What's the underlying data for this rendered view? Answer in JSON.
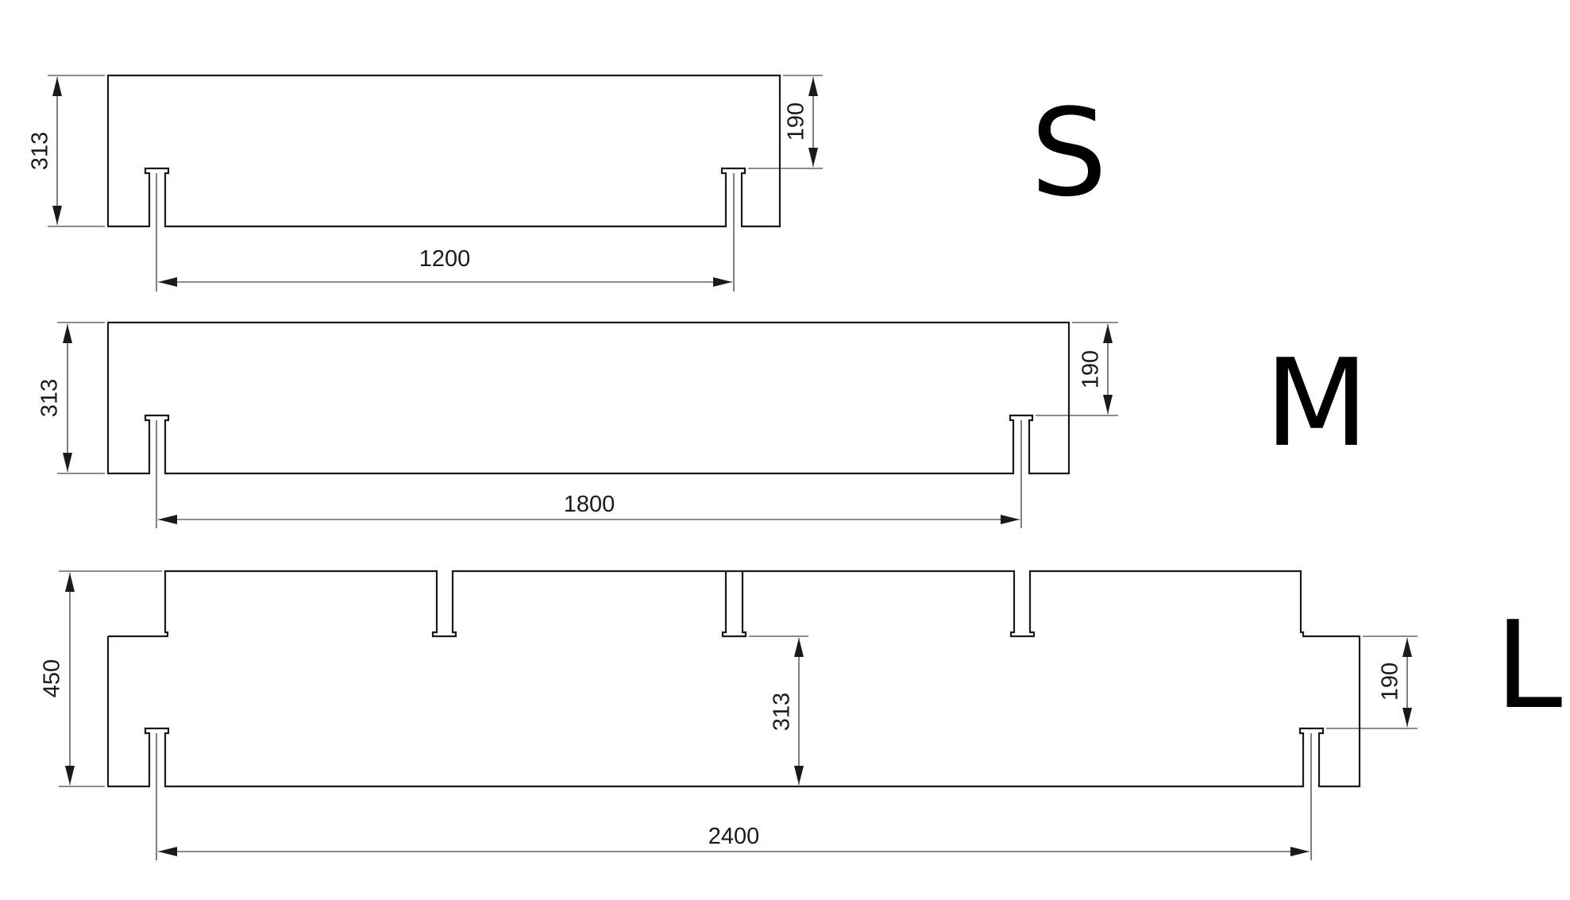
{
  "colors": {
    "line": "#1a1a1a",
    "background": "#ffffff"
  },
  "panels": [
    {
      "size_label": "S",
      "height": "313",
      "slot_depth": "190",
      "slot_spacing": "1200"
    },
    {
      "size_label": "M",
      "height": "313",
      "slot_depth": "190",
      "slot_spacing": "1800"
    },
    {
      "size_label": "L",
      "height": "450",
      "inner_height": "313",
      "slot_depth": "190",
      "slot_spacing": "2400"
    }
  ]
}
